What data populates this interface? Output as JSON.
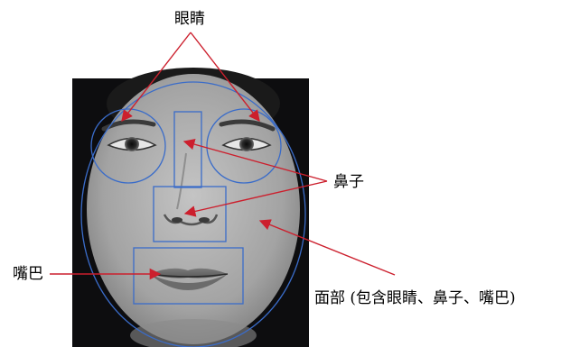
{
  "labels": {
    "eyes": "眼睛",
    "nose": "鼻子",
    "mouth": "嘴巴",
    "face": "面部 (包含眼睛、鼻子、嘴巴)"
  },
  "colors": {
    "arrow": "#cc1f2d",
    "region_outline": "#3a6cc9",
    "background_frame": "#0d0d0f",
    "skin": "#a9a9a9",
    "text": "#000000"
  },
  "regions": [
    "face-oval",
    "left-eye-circle",
    "right-eye-circle",
    "nose-bridge-box",
    "nose-box",
    "mouth-box"
  ]
}
